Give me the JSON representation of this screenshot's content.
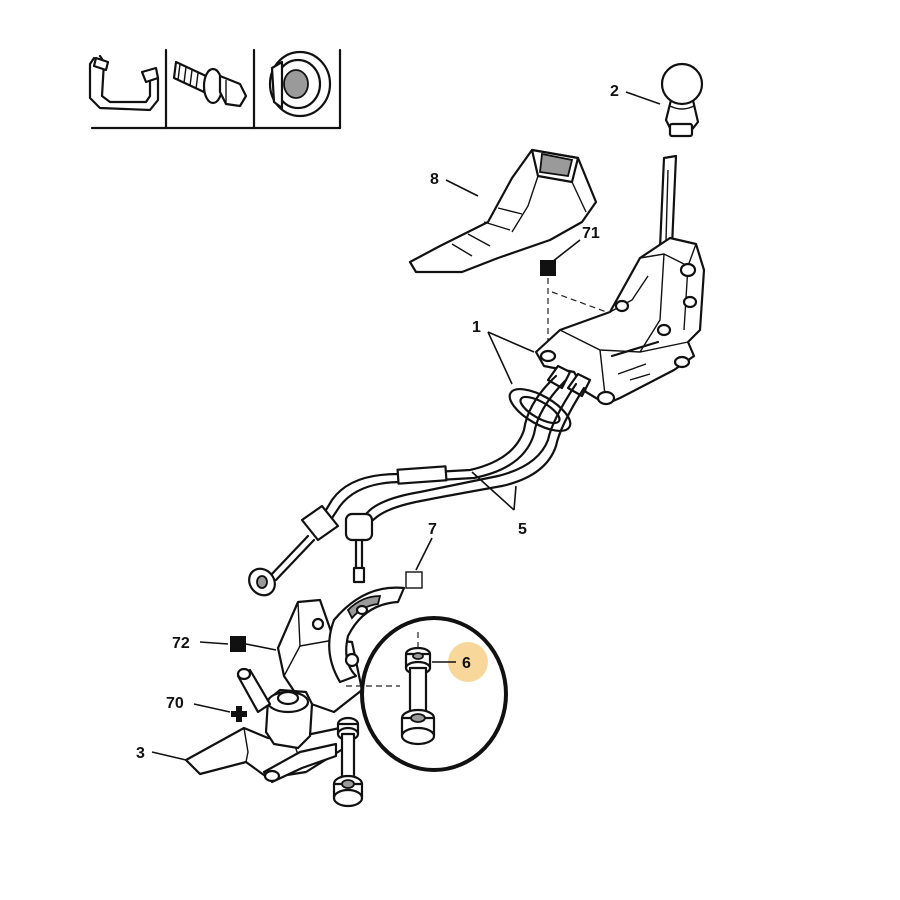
{
  "callouts": {
    "c1": "1",
    "c2": "2",
    "c3": "3",
    "c5": "5",
    "c6": "6",
    "c7": "7",
    "c8": "8",
    "c70": "70",
    "c71": "71",
    "c72": "72"
  },
  "colors": {
    "highlight": "#f8d79a",
    "circle": "#111111"
  },
  "icons": [
    "clip-icon",
    "bolt-icon",
    "grommet-icon"
  ]
}
